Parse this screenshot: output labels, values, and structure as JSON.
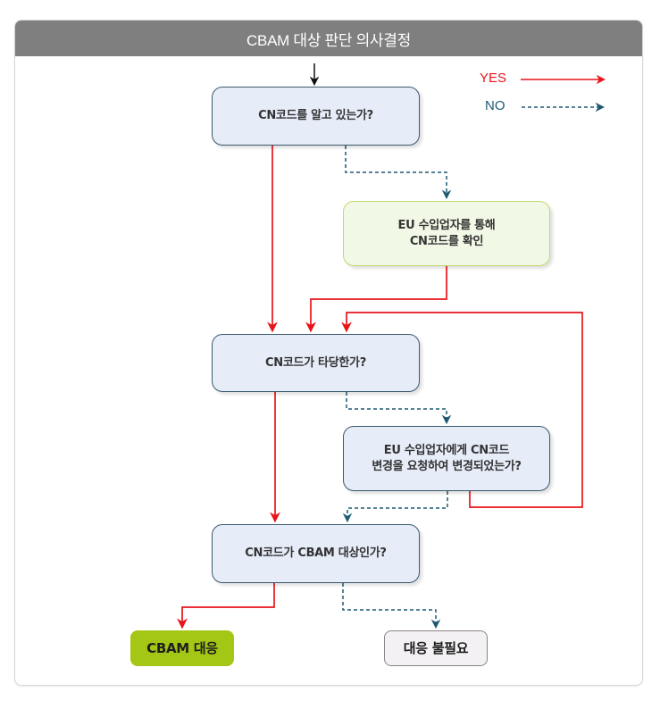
{
  "header": {
    "title": "CBAM 대상 판단 의사결정"
  },
  "legend": {
    "yes_label": "YES",
    "no_label": "NO"
  },
  "colors": {
    "yes": "#e8141a",
    "no": "#1d5a72",
    "start": "#111111",
    "question_fill": "#e6ecf8",
    "action_fill": "#f2f8e6",
    "yes_end_fill": "#a4c614",
    "no_end_fill": "#f3f1f3",
    "header_fill": "#7f7f7f"
  },
  "nodes": {
    "q1": "CN코드를 알고 있는가?",
    "action1": "EU 수입업자를 통해\nCN코드를 확인",
    "q2": "CN코드가 타당한가?",
    "q3": "EU 수입업자에게 CN코드\n변경을 요청하여 변경되었는가?",
    "q4": "CN코드가 CBAM 대상인가?",
    "end_yes": "CBAM 대응",
    "end_no": "대응 불필요"
  },
  "edges": [
    {
      "from": "start",
      "to": "q1",
      "type": "start"
    },
    {
      "from": "q1",
      "to": "q2",
      "type": "yes"
    },
    {
      "from": "q1",
      "to": "action1",
      "type": "no"
    },
    {
      "from": "action1",
      "to": "q2",
      "type": "yes"
    },
    {
      "from": "q2",
      "to": "q4",
      "type": "yes"
    },
    {
      "from": "q2",
      "to": "q3",
      "type": "no"
    },
    {
      "from": "q3",
      "to": "q2",
      "type": "yes"
    },
    {
      "from": "q3",
      "to": "q4",
      "type": "no"
    },
    {
      "from": "q4",
      "to": "end_yes",
      "type": "yes"
    },
    {
      "from": "q4",
      "to": "end_no",
      "type": "no"
    }
  ]
}
